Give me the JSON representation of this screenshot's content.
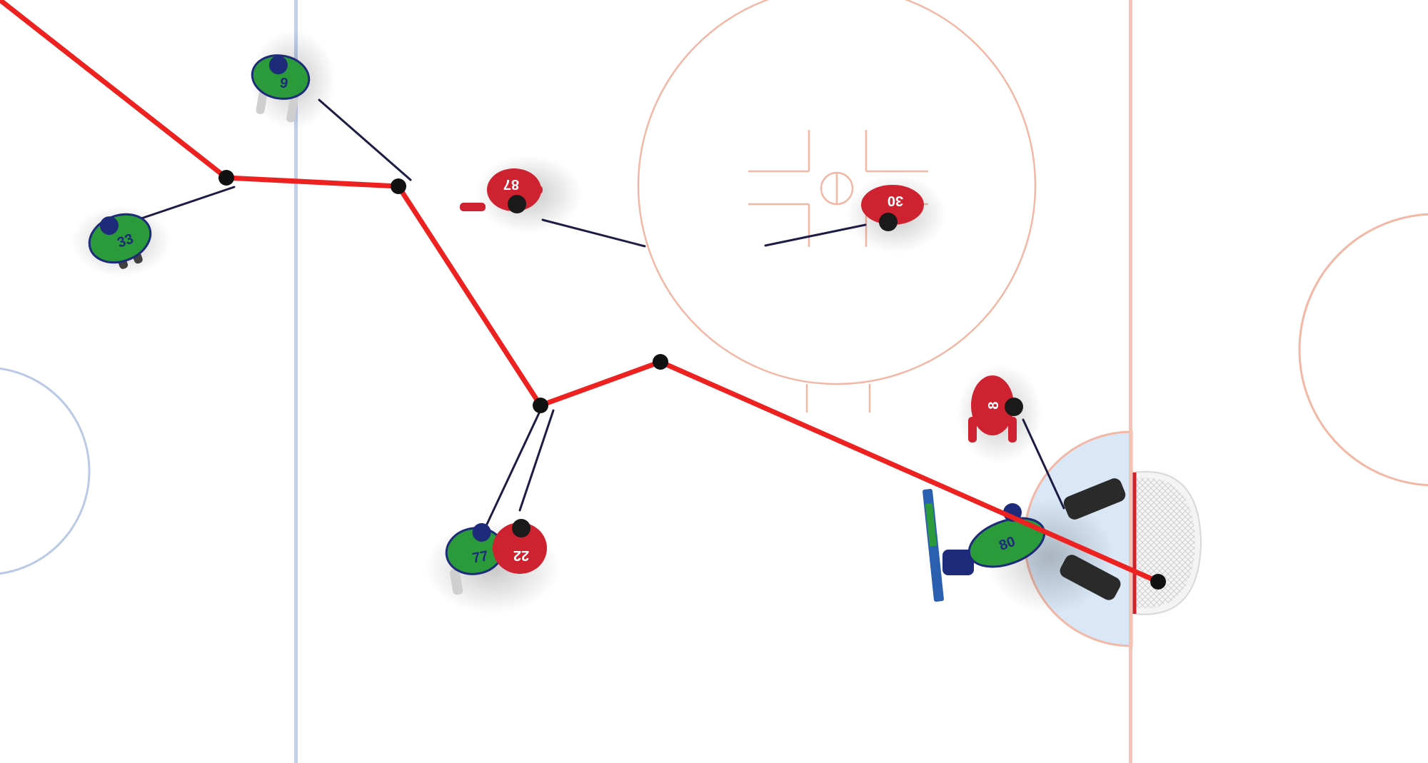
{
  "colors": {
    "ice": "#ffffff",
    "blue_line": "#b9c9e6",
    "red_line": "#f3b7a6",
    "crease_fill": "#d8e6f5",
    "pass_path": "#ee2121",
    "path_node": "#111111",
    "home_jersey": "#cf2230",
    "away_jersey": "#2b9a3a",
    "away_trim": "#1e2a7a"
  },
  "players": [
    {
      "team": "away",
      "number": "33"
    },
    {
      "team": "away",
      "number": "9"
    },
    {
      "team": "home",
      "number": "87"
    },
    {
      "team": "home",
      "number": "30"
    },
    {
      "team": "home",
      "number": "8"
    },
    {
      "team": "away",
      "number": "77"
    },
    {
      "team": "home",
      "number": "22"
    },
    {
      "team": "away",
      "number": "80"
    }
  ],
  "icons": [
    "hockey-net-icon",
    "puck-icon",
    "goalie-stick-icon"
  ]
}
